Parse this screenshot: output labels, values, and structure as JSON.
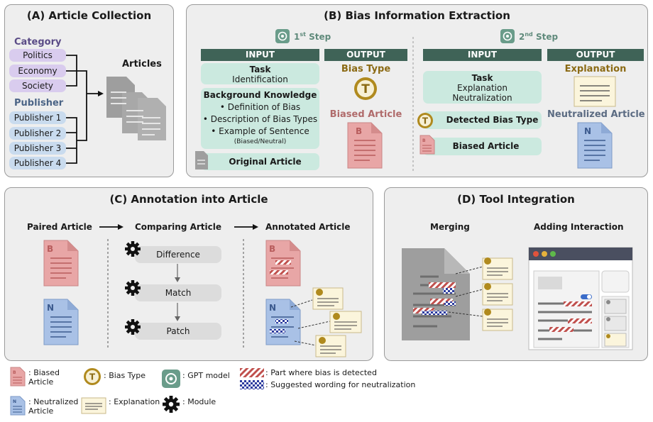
{
  "panelA": {
    "title": "(A) Article Collection",
    "category_label": "Category",
    "categories": [
      "Politics",
      "Economy",
      "Society"
    ],
    "publisher_label": "Publisher",
    "publishers": [
      "Publisher 1",
      "Publisher 2",
      "Publisher 3",
      "Publisher 4"
    ],
    "articles_label": "Articles"
  },
  "panelB": {
    "title": "(B) Bias Information Extraction",
    "step1": {
      "label_num": "1",
      "label_sup": "st",
      "label_rest": " Step",
      "input_header": "INPUT",
      "output_header": "OUTPUT",
      "task_title": "Task",
      "task_value": "Identification",
      "bk_title": "Background Knowledge",
      "bk_items": [
        "• Definition of Bias",
        "• Description of Bias Types",
        "• Example of Sentence"
      ],
      "bk_note": "(Biased/Neutral)",
      "original_article": "Original Article",
      "out_bias_type": "Bias Type",
      "out_biased_article": "Biased Article"
    },
    "step2": {
      "label_num": "2",
      "label_sup": "nd",
      "label_rest": " Step",
      "input_header": "INPUT",
      "output_header": "OUTPUT",
      "task_title": "Task",
      "task_line1": "Explanation",
      "task_line2": "Neutralization",
      "detected": "Detected Bias Type",
      "biased_article": "Biased Article",
      "out_explanation": "Explanation",
      "out_neutralized": "Neutralized Article"
    }
  },
  "panelC": {
    "title": "(C) Annotation into Article",
    "paired": "Paired Article",
    "comparing": "Comparing Article",
    "annotated": "Annotated Article",
    "modules": [
      "Difference",
      "Match",
      "Patch"
    ]
  },
  "panelD": {
    "title": "(D) Tool Integration",
    "merging": "Merging",
    "adding": "Adding Interaction"
  },
  "legend": {
    "biased": [
      "Biased",
      "Article"
    ],
    "neutralized": [
      "Neutralized",
      "Article"
    ],
    "bias_type": ": Bias Type",
    "explanation": ": Explanation",
    "gpt": ": GPT model",
    "module": ": Module",
    "bias_detected": ": Part where bias is detected",
    "neutral_wording": ": Suggested wording for neutralization"
  },
  "glyphs": {
    "biased_doc": "B",
    "neutral_doc": "N",
    "type_token": "T"
  },
  "colors": {
    "panel_bg": "#eeeeee",
    "input_bar": "#3f6357",
    "green_box": "#cbe9df",
    "category": "#d9ccee",
    "publisher": "#c9dbee",
    "biased": "#e8a6a6",
    "neutral": "#a9c1e6",
    "bias_type_gold": "#b08a1e",
    "neutralized_text": "#5b6b82"
  }
}
